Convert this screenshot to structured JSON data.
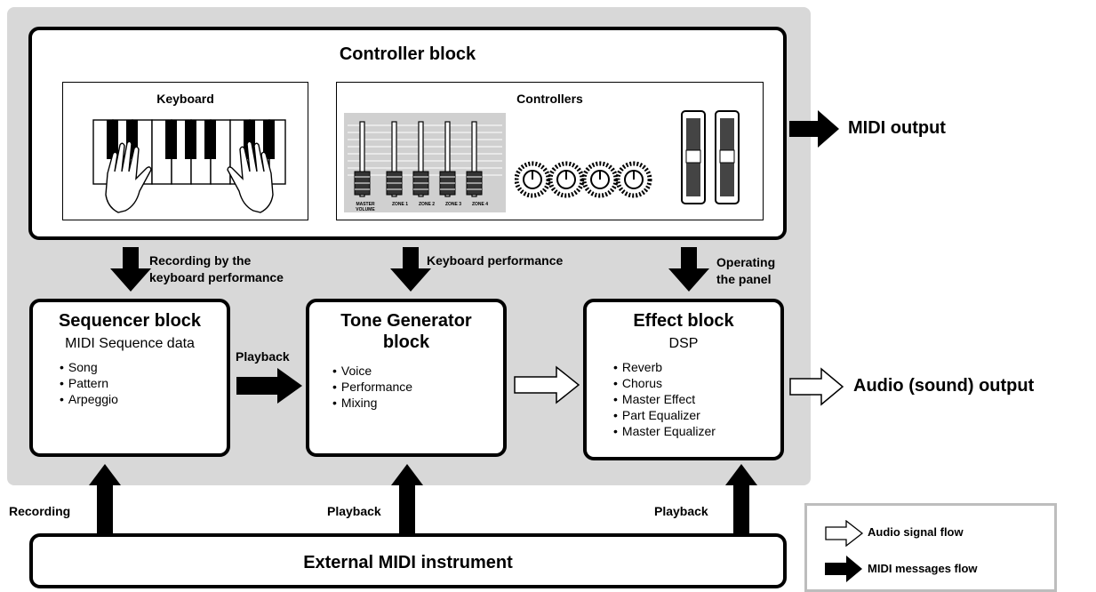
{
  "controller_block": {
    "title": "Controller block",
    "keyboard_title": "Keyboard",
    "controllers_title": "Controllers",
    "slider_labels": [
      "MASTER VOLUME",
      "ZONE 1",
      "ZONE 2",
      "ZONE 3",
      "ZONE 4"
    ]
  },
  "outputs": {
    "midi": "MIDI output",
    "audio": "Audio (sound) output"
  },
  "sequencer_block": {
    "title": "Sequencer block",
    "subtitle": "MIDI Sequence data",
    "items": [
      "Song",
      "Pattern",
      "Arpeggio"
    ]
  },
  "tone_block": {
    "title_line1": "Tone Generator",
    "title_line2": "block",
    "items": [
      "Voice",
      "Performance",
      "Mixing"
    ]
  },
  "effect_block": {
    "title": "Effect block",
    "subtitle": "DSP",
    "items": [
      "Reverb",
      "Chorus",
      "Master Effect",
      "Part Equalizer",
      "Master Equalizer"
    ]
  },
  "flow_labels": {
    "recording_keyboard_line1": "Recording by the",
    "recording_keyboard_line2": "keyboard performance",
    "keyboard_performance": "Keyboard performance",
    "operating_line1": "Operating",
    "operating_line2": "the panel",
    "playback_seq_to_tone": "Playback",
    "recording_bottom": "Recording",
    "playback_bottom_tone": "Playback",
    "playback_bottom_effect": "Playback"
  },
  "external": {
    "title": "External MIDI instrument"
  },
  "legend": {
    "audio": "Audio signal flow",
    "midi": "MIDI messages flow"
  },
  "colors": {
    "panel": "#d8d8d8",
    "fader_area": "#d0d0d0",
    "arrow": "#000000"
  }
}
